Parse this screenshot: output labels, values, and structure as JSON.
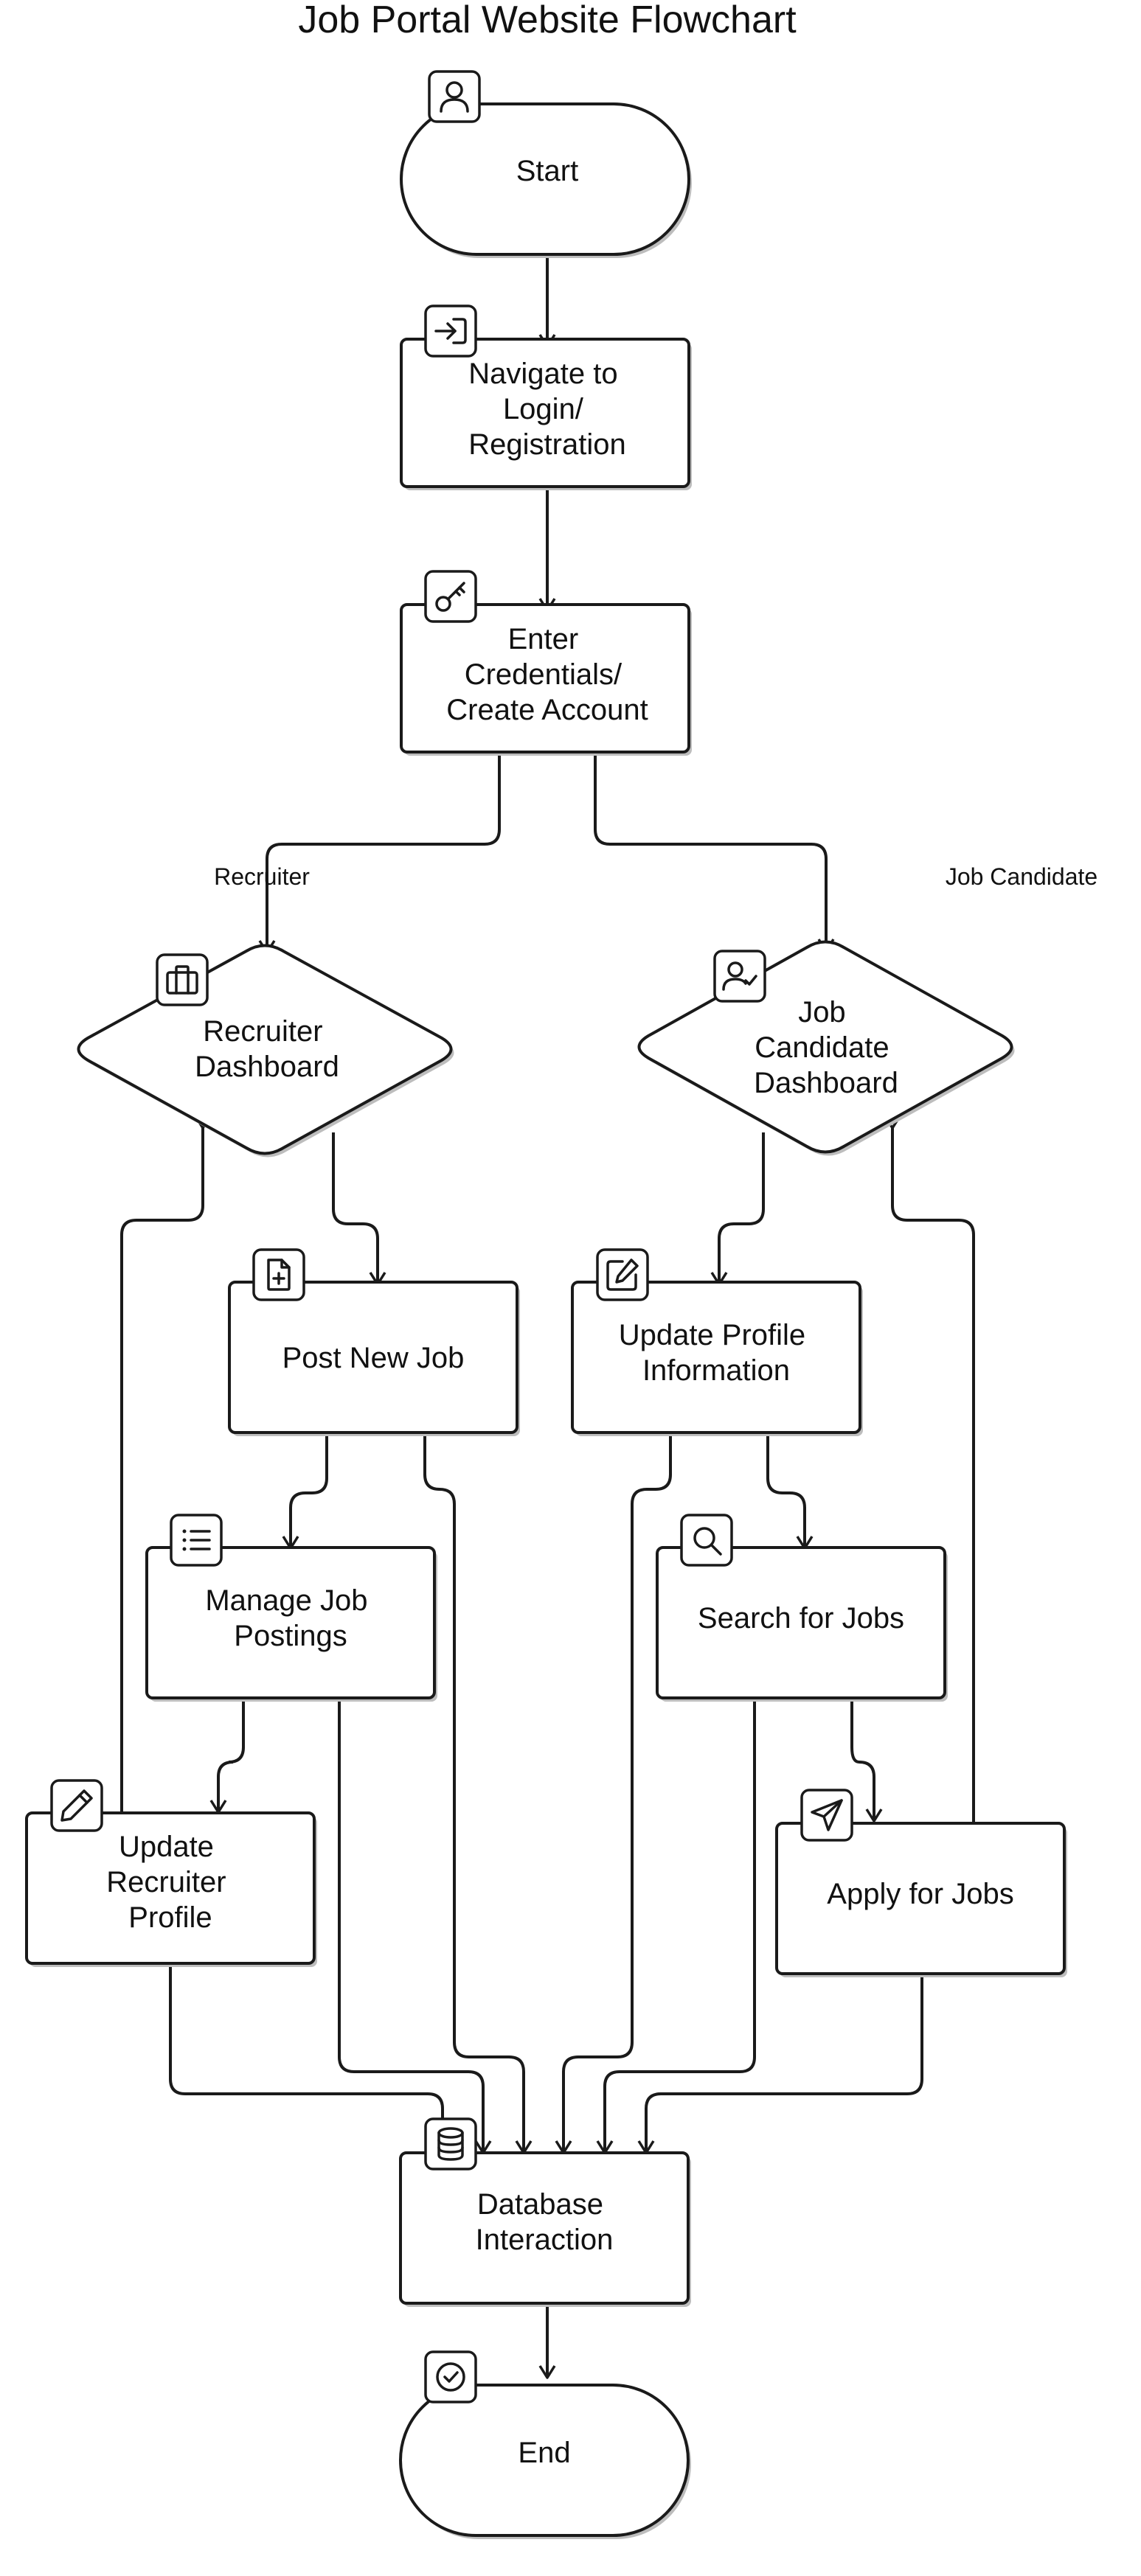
{
  "title": "Job Portal Website Flowchart",
  "nodes": {
    "start": {
      "lines": [
        "Start"
      ],
      "icon": "user-icon"
    },
    "navigate": {
      "lines": [
        "Navigate to",
        "Login/",
        "Registration"
      ],
      "icon": "login-icon"
    },
    "credentials": {
      "lines": [
        "Enter",
        "Credentials/",
        "Create Account"
      ],
      "icon": "key-icon"
    },
    "recruiter_dashboard": {
      "lines": [
        "Recruiter",
        "Dashboard"
      ],
      "icon": "briefcase-icon"
    },
    "candidate_dashboard": {
      "lines": [
        "Job",
        "Candidate",
        "Dashboard"
      ],
      "icon": "user-check-icon"
    },
    "post_job": {
      "lines": [
        "Post New Job"
      ],
      "icon": "file-plus-icon"
    },
    "update_profile": {
      "lines": [
        "Update Profile",
        "Information"
      ],
      "icon": "edit-icon"
    },
    "manage_postings": {
      "lines": [
        "Manage Job",
        "Postings"
      ],
      "icon": "list-icon"
    },
    "search_jobs": {
      "lines": [
        "Search for Jobs"
      ],
      "icon": "search-icon"
    },
    "update_recruiter": {
      "lines": [
        "Update",
        "Recruiter",
        "Profile"
      ],
      "icon": "pencil-icon"
    },
    "apply_jobs": {
      "lines": [
        "Apply for Jobs"
      ],
      "icon": "send-icon"
    },
    "database": {
      "lines": [
        "Database",
        "Interaction"
      ],
      "icon": "database-icon"
    },
    "end": {
      "lines": [
        "End"
      ],
      "icon": "check-circle-icon"
    }
  },
  "edge_labels": {
    "recruiter": "Recruiter",
    "candidate": "Job Candidate"
  }
}
